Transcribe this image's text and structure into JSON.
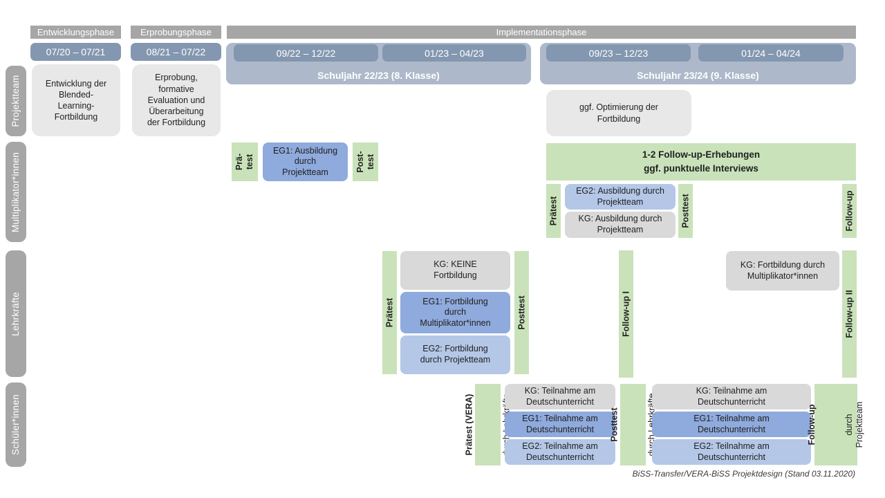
{
  "phases": {
    "development": "Entwicklungsphase",
    "piloting": "Erprobungsphase",
    "implementation": "Implementationsphase"
  },
  "timeline": {
    "d1": "07/20 – 07/21",
    "d2": "08/21 – 07/22",
    "d3": "09/22 – 12/22",
    "d4": "01/23 – 04/23",
    "d5": "09/23 – 12/23",
    "d6": "01/24 – 04/24",
    "school_year_1": "Schuljahr 22/23 (8. Klasse)",
    "school_year_2": "Schuljahr 23/24 (9. Klasse)"
  },
  "row_labels": {
    "projektteam": "Projektteam",
    "multiplikatoren": "Multiplikator*innen",
    "lehrkraefte": "Lehrkräfte",
    "schueler": "Schüler*innen"
  },
  "projektteam": {
    "development_box": "Entwicklung der\nBlended-\nLearning-\nFortbildung",
    "piloting_box": "Erprobung,\nformative\nEvaluation und\nÜberarbeitung\nder Fortbildung",
    "optimization_box": "ggf. Optimierung der\nFortbildung"
  },
  "multiplikatoren": {
    "pretest_1": "Prä-\ntest",
    "eg1_training": "EG1: Ausbildung\ndurch\nProjektteam",
    "posttest_1": "Post-\ntest",
    "followup_banner": "1-2 Follow-up-Erhebungen\nggf. punktuelle Interviews",
    "pretest_2": "Prätest",
    "eg2_training": "EG2: Ausbildung durch\nProjektteam",
    "kg_training": "KG: Ausbildung durch\nProjektteam",
    "posttest_2": "Posttest",
    "followup": "Follow-up"
  },
  "lehrkraefte": {
    "pretest": "Prätest",
    "kg_box": "KG: KEINE\nFortbildung",
    "eg1_box": "EG1: Fortbildung\ndurch\nMultiplikator*innen",
    "eg2_box": "EG2: Fortbildung\ndurch Projektteam",
    "posttest": "Posttest",
    "followup_1": "Follow-up I",
    "kg_box_2": "KG: Fortbildung durch\nMultiplikator*innen",
    "followup_2": "Follow-up II"
  },
  "schueler": {
    "pretest_label": "Prätest (VERA)",
    "pretest_sub": "durch Lehrkräfte",
    "kg_box_1": "KG: Teilnahme am\nDeutschunterricht",
    "eg1_box_1": "EG1: Teilnahme am\nDeutschunterricht",
    "eg2_box_1": "EG2: Teilnahme am\nDeutschunterricht",
    "posttest_label": "Posttest",
    "posttest_sub": "durch Lehrkräfte",
    "kg_box_2": "KG: Teilnahme am\nDeutschunterricht",
    "eg1_box_2": "EG1: Teilnahme am\nDeutschunterricht",
    "eg2_box_2": "EG2: Teilnahme am\nDeutschunterricht",
    "followup_label": "Follow-up",
    "followup_sub": "durch\nProjektteam"
  },
  "caption": "BiSS-Transfer/VERA-BiSS Projektdesign (Stand 03.11.2020)",
  "colors": {
    "phase_gray": "#a6a6a6",
    "date_blue": "#8497b0",
    "schoolyear_blue": "#adb9ca",
    "lightgray_box": "#e9e8e8",
    "kg_gray": "#d9d9d9",
    "eg1_blue": "#8faadc",
    "eg2_blue": "#b4c7e7",
    "test_green": "#c9e2ba"
  }
}
